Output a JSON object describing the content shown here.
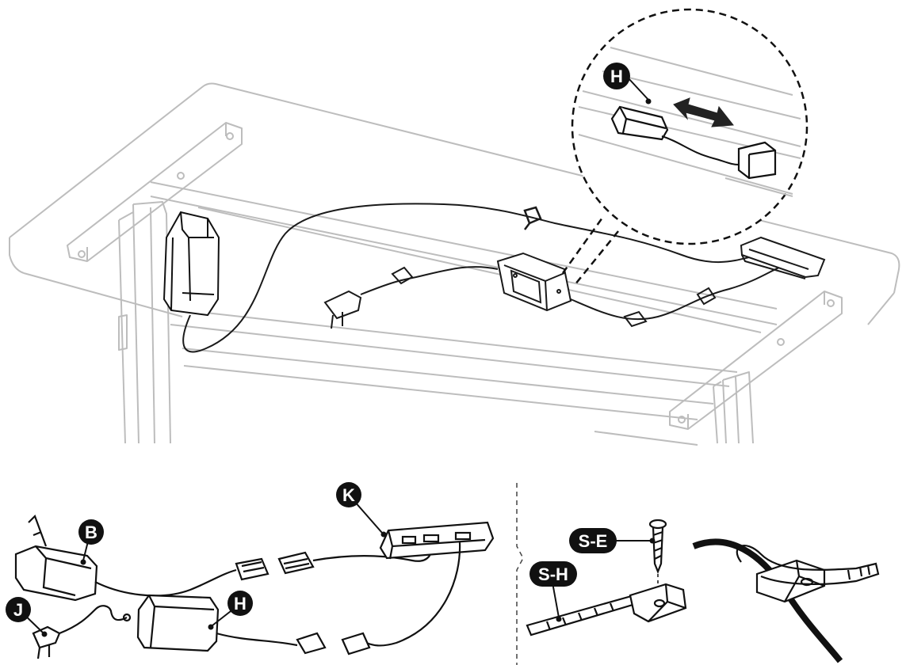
{
  "labels": {
    "zoom_part": "H",
    "power_adapter": "B",
    "control_box": "H",
    "power_cord": "J",
    "hand_controller": "K",
    "screw": "S-E",
    "cable_tie": "S-H"
  },
  "colors": {
    "outline": "#b9b9b9",
    "line": "#1a1a1a",
    "label_fill": "#111111",
    "label_text": "#ffffff"
  }
}
